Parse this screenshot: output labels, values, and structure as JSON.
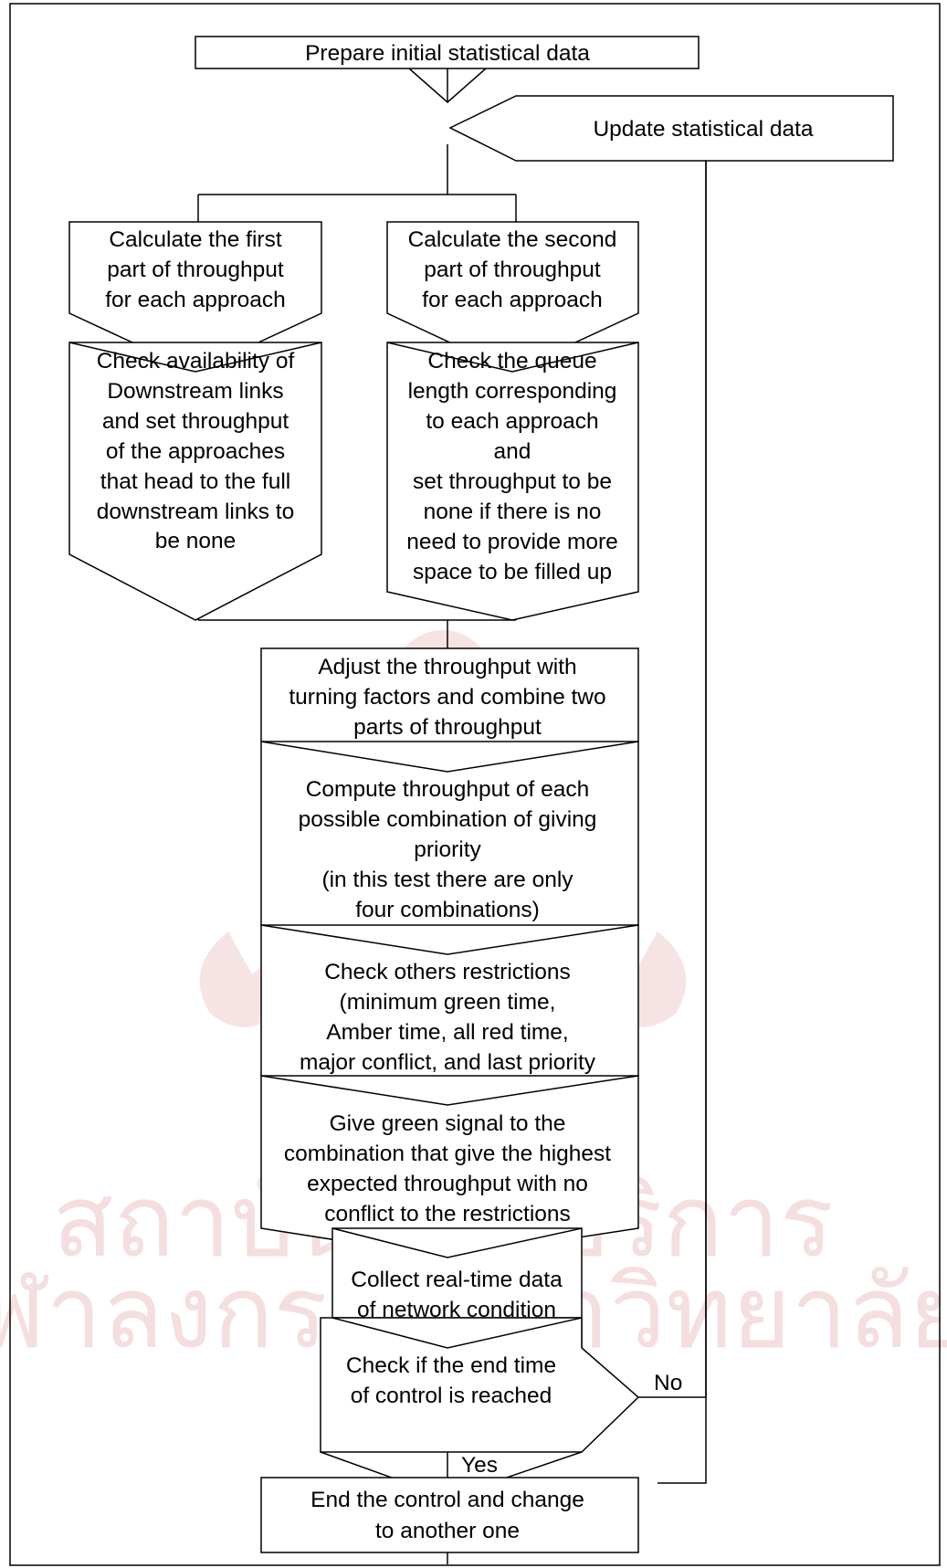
{
  "diagram": {
    "nodes": {
      "prepare": [
        "Prepare initial statistical data"
      ],
      "update": [
        "Update statistical data"
      ],
      "calc_first": [
        "Calculate the first",
        "part of throughput",
        "for each approach"
      ],
      "calc_second": [
        "Calculate the second",
        "part of throughput",
        "for each approach"
      ],
      "check_downstream": [
        "Check availability of",
        "Downstream links",
        "and set throughput",
        "of the approaches",
        "that head to the full",
        "downstream links to",
        "be none"
      ],
      "check_queue": [
        "Check the queue",
        "length corresponding",
        "to each approach",
        "and",
        "set throughput to be",
        "none if there is no",
        "need to provide more",
        "space to be filled up"
      ],
      "adjust": [
        "Adjust the throughput with",
        "turning factors and combine two",
        "parts of throughput"
      ],
      "compute": [
        "Compute throughput of each",
        "possible combination of giving",
        "priority",
        "(in this test there are only",
        "four combinations)"
      ],
      "restrictions": [
        "Check others restrictions",
        "(minimum green time,",
        "Amber time, all red time,",
        "major conflict, and last priority"
      ],
      "green": [
        "Give green signal to the",
        "combination that give the highest",
        "expected throughput with no",
        "conflict to the restrictions"
      ],
      "collect": [
        "Collect real-time data",
        "of network condition"
      ],
      "check_end": [
        "Check if the end time",
        "of control is reached"
      ],
      "end": [
        "End the control and change",
        "to another one"
      ]
    },
    "edge_labels": {
      "no": "No",
      "yes": "Yes"
    },
    "watermark": [
      "สถาบันวิทยบริการ",
      "จุฬาลงกรณ์มหาวิทยาลัย"
    ]
  }
}
